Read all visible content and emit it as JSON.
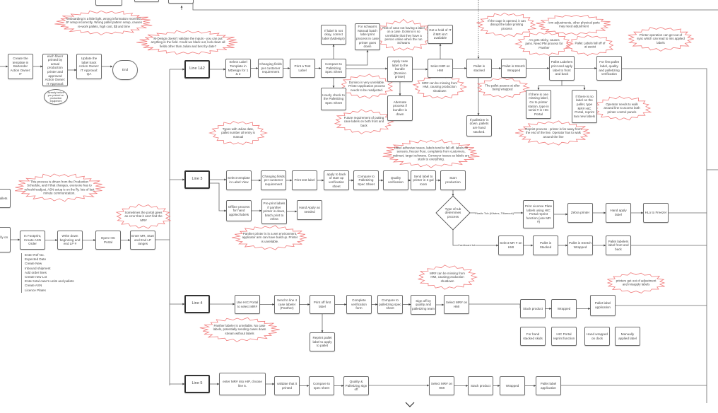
{
  "colors": {
    "box_border": "#6d6d6d",
    "note_stroke": "#f07c7c",
    "edge": "#666666"
  },
  "nodes": {
    "create_template": "Create the template in Bartender Action Owner: IT",
    "samples_printed": "Samples of each flavor printed by actual production printer and approved Action Owner: IT Approval: QA",
    "update_label_track": "Update the label track Action Owner: IT Approval: QA",
    "end": "End",
    "already_before": "Already before you printed on production equipment",
    "line12": "Line 1&2",
    "l12_select_template": "Select Label Template in MDesign for 1 & 2",
    "l12_changing_fields": "Changing fields per customer requirement",
    "l12_print_test": "Print a Test Label",
    "l12_compare": "Compare to Palletizing Spec Sheet",
    "l12_correct_label": "If label is not okay, correct label (Mdesign)",
    "l12_hourly_check": "Hourly check to the Palletizing Spec Sheet",
    "l12_schwans_manual": "For schwan's Manual batch label print process in case printer goes down",
    "l12_apply_case": "Apply case label to the bundle (Domino printer)",
    "l12_alternate": "Alternate process if bundler is down",
    "l12_get_hold_it": "Get a hold of IT if MR isn't available",
    "l12_select_mr": "Select MR on HMI",
    "l12_pallet_stacked": "Pallet is stacked",
    "l12_stretch_wrapped": "Pallet is Stretch Wrapped",
    "l12_hand_stacked": "If palletizer is down, pallets are hand stacked.",
    "l12_pallet_labelers": "Pallet Labelers print and apply label to front and back",
    "l12_first_pallet": "For first pallet label, quality and palletizing verification",
    "l12_one_missing": "If there is one missing label, Go to printer station, type in serial # in HIC Portal",
    "l12_no_label": "If there is no label on the pallet, type MR# HIC Portal, reprint two new labels",
    "left_sheet": "sheet pallets",
    "left_total": "otal r of lly on r)",
    "footprint_asn": "In Footprint, Create ASN Order",
    "write_lp": "Write down beginning and end LP #",
    "open_hic": "Open HIC Portal",
    "enter_mr": "Enter MR, Start and End LP ranges",
    "line3": "Line 3",
    "l3_select_template": "Select template in Label View",
    "l3_changing_fields": "Changing fields per customer requirement",
    "l3_print_test": "Print test label",
    "l3_apply_back": "apply to back of start up verification sheet",
    "l3_compare": "Compare to Palletizing Spec Sheet",
    "l3_quality": "Quality verification",
    "l3_send_label": "Send label to printer in 3 gal room",
    "l3_start_production": "Start production",
    "l3_offline": "Offline process for hand applied labels",
    "l3_preprint": "Pre-print labels if panther printer is down, batch print to zebra",
    "l3_hand_apply": "Hand Apply as needed",
    "l3_tub_type": "Type of tub determines process",
    "l3_print_lp": "Print License Plate labels using HIC Portal reprint function (use MR #)",
    "l3_zebra": "Zebra printer",
    "l3_hand_apply_label": "Hand apply label",
    "l3_hlo_freezer": "HLo to Freezer",
    "l3_select_mr": "Select MR # on HMI",
    "l3_pallet_stacked": "Pallet is Stacked",
    "l3_stretch_wrapped": "Pallet is Stretch Wrapped",
    "l3_labelers": "Pallet labelers label front and back",
    "line4": "Line 4",
    "l4_use_hic": "Use HIC Portal to select MR#",
    "l4_send_line4": "Send to line 4 case labeler (Panther)",
    "l4_print_first": "Print off first label",
    "l4_complete_form": "Complete verification form",
    "l4_compare": "Compare to palletizing spec sheet",
    "l4_sign_off": "Sign off by quality and palletizing team",
    "l4_select_mr": "Select MR# on HMI",
    "l4_reprint": "Reprint pallet label to apply to pallet",
    "l4_stack": "Stack product",
    "l4_wrapped": "Wrapped",
    "l4_pallet_label": "Pallet label application",
    "l4_hand_stacked": "For hand stacked skids",
    "l4_hic_reprint": "HIC Portal reprint function",
    "l4_hand_wrapped": "Hand wrapped on dock",
    "l4_manual_label": "Manually applied label",
    "line5": "Line 5",
    "l5_enter_mr": "enter MR# into HIP, choose line 5.",
    "l5_validate": "validate that it printed",
    "l5_compare": "Compare to spec sheet",
    "l5_quality": "Quality & Palletizing sign off",
    "l5_select_mr": "Select MR# on HMI",
    "l5_stack": "Stack product",
    "l5_wrapped": "Wrapped",
    "l5_pallet_label": "Pallet label application"
  },
  "notes": {
    "onboarding": "Onboarding is a little light, wrong information received, JF setup incorrectly. Wrong pallet pattern setup, causes re-work pallets, high cost, $$ and time",
    "mdesign": "M-Design doesn't validate the inputs - you can put anything in the field. Could we black out, lock down all fields other than Julian and best by date?",
    "risk_case": "Risk of case not having a label on a case. Domino is so unreliable that they have a person online when the run Schwans",
    "domino": "Domino is very unreliable. Printer application process needs to be readjusted.",
    "future_req": "Future requirement of putting case labels on both front and back",
    "mr_missing_12": "MR# can be missing from HMI, causing production shutdown",
    "cage": "If the cage is opened, it can disrupt the label printing process",
    "arm": "Arm adjustments, other physical parts may need adjustment",
    "aa_sticky": "AA gets sticky, causes jams. Need PM process for Panther",
    "fall_off": "Pallet Labels fall off of at assist",
    "sync": "Printer operation can get out of sync which can lead to mis applied labels",
    "pauses": "The pallet pauses at after being wrapped",
    "walk_around": "Operator needs to walk around line to access both printer control panels",
    "reprint_far": "Reprint process - printer is far away from the end of the line. Operator has to walk around the line",
    "typos": "Typos with Julian date, pallet number all entry is manual",
    "adhesive": "Label adhesive issues, labels tend to fall off, labels on sensors, freezer floor, complaints from customers, walmart, target schwans. Conveyor issues as labels are stuck to everything.",
    "panther_wet": "Panther printer is in a wet environment, applicator arm can have build up. Printer is unreliable.",
    "schedule": "This process is driven from the Production Schedule, and if that changes, everyone has to refresh/readjust. ASN setup is on the fly, lots of last minute communication.",
    "portal_error": "Sometimes the portal gives an error that it can't find the MR#",
    "mr_missing_4": "MR# can be missing from HMI, causing production shutdown",
    "panther_unreliable": "Panther labeler is unreliable. No case labels, potentially sending cases down stream without labels",
    "misapply": "printers get out of adjustment and misapply labels"
  },
  "edge_labels": {
    "plastic_tub": "Plastic Tub (Kilwins, Tillamook)",
    "cardboard_tub": "Cardboard tub"
  },
  "footprint_steps": [
    "Enter Ref No.",
    "Expected Date",
    "Create New",
    "Inbound shipment",
    "Add order lines",
    "Create new Lot",
    "Enter total case's units and pallets",
    "Create ASN",
    "Licence Plates"
  ],
  "icons": {
    "scroll_down": "chevron-down-icon"
  }
}
